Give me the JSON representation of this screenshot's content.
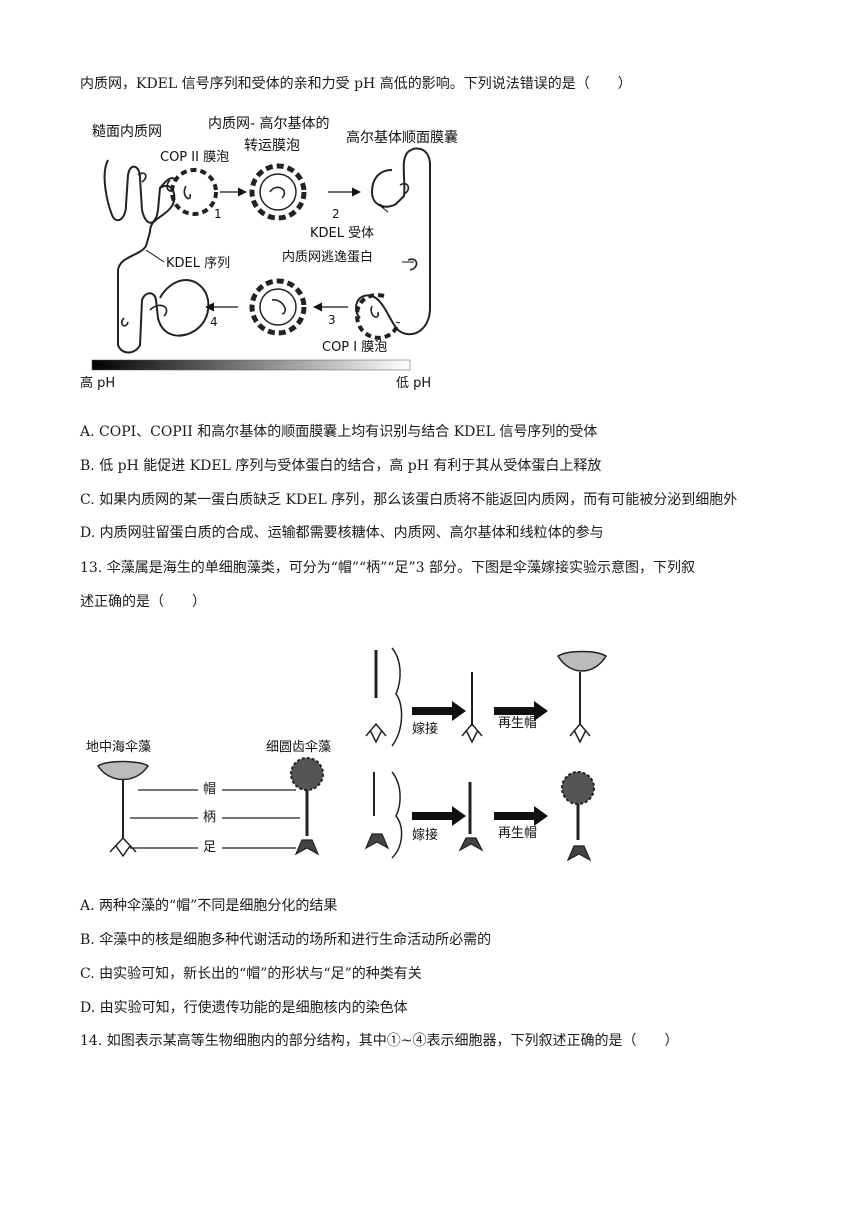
{
  "q12": {
    "stem_tail": "内质网，KDEL 信号序列和受体的亲和力受 pH 高低的影响。下列说法错误的是（　　）",
    "figure": {
      "rough_er": "糙面内质网",
      "vesicle_label_line1": "内质网- 高尔基体的",
      "vesicle_label_line2": "转运膜泡",
      "golgi_cis": "高尔基体顺面膜囊",
      "copii": "COP II 膜泡",
      "kdel_receptor": "KDEL 受体",
      "kdel_seq": "KDEL 序列",
      "escaped_protein": "内质网逃逸蛋白",
      "copi": "COP I 膜泡",
      "step1": "1",
      "step2": "2",
      "step3": "3",
      "step4": "4",
      "high_ph": "高 pH",
      "low_ph": "低 pH"
    },
    "options": [
      "A. COPI、COPII 和高尔基体的顺面膜囊上均有识别与结合 KDEL 信号序列的受体",
      "B. 低 pH 能促进 KDEL 序列与受体蛋白的结合，高 pH 有利于其从受体蛋白上释放",
      "C. 如果内质网的某一蛋白质缺乏 KDEL 序列，那么该蛋白质将不能返回内质网，而有可能被分泌到细胞外",
      "D. 内质网驻留蛋白质的合成、运输都需要核糖体、内质网、高尔基体和线粒体的参与"
    ]
  },
  "q13": {
    "stem_line1": "13. 伞藻属是海生的单细胞藻类，可分为“帽”“柄”“足”3 部分。下图是伞藻嫁接实验示意图，下列叙",
    "stem_line2": "述正确的是（　　）",
    "figure": {
      "species_a": "地中海伞藻",
      "species_b": "细圆齿伞藻",
      "cap": "帽",
      "stalk": "柄",
      "foot": "足",
      "graft_top": "嫁接",
      "regen_top": "再生帽",
      "graft_bottom": "嫁接",
      "regen_bottom": "再生帽"
    },
    "options": [
      "A. 两种伞藻的“帽”不同是细胞分化的结果",
      "B. 伞藻中的核是细胞多种代谢活动的场所和进行生命活动所必需的",
      "C. 由实验可知，新长出的“帽”的形状与“足”的种类有关",
      "D. 由实验可知，行使遗传功能的是细胞核内的染色体"
    ]
  },
  "q14": {
    "stem": "14. 如图表示某高等生物细胞内的部分结构，其中①~④表示细胞器，下列叙述正确的是（　　）"
  }
}
